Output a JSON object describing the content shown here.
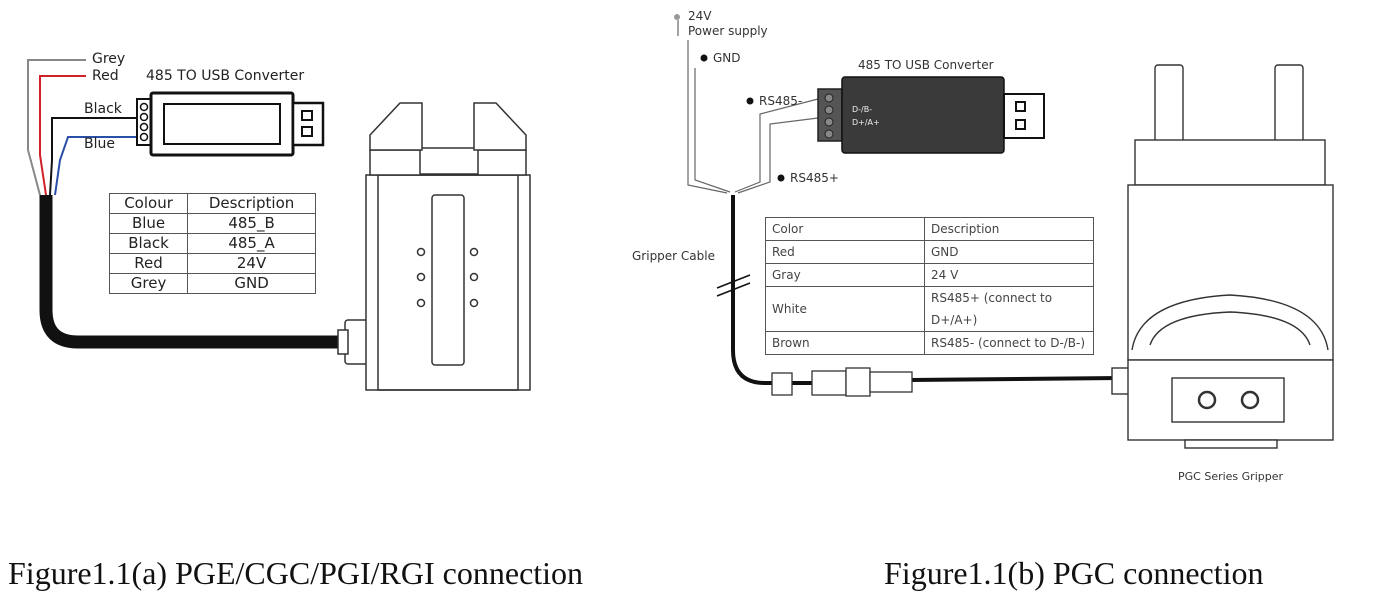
{
  "figure_a": {
    "wire_labels": [
      "Grey",
      "Red",
      "Black",
      "Blue"
    ],
    "converter_label": "485 TO USB Converter",
    "table": {
      "header": [
        "Colour",
        "Description"
      ],
      "rows": [
        [
          "Blue",
          "485_B"
        ],
        [
          "Black",
          "485_A"
        ],
        [
          "Red",
          "24V"
        ],
        [
          "Grey",
          "GND"
        ]
      ]
    },
    "caption": "Figure1.1(a) PGE/CGC/PGI/RGI connection"
  },
  "figure_b": {
    "power_label_line1": "24V",
    "power_label_line2": "Power supply",
    "gnd_label": "GND",
    "converter_label": "485 TO USB Converter",
    "rs485_minus": "RS485-",
    "rs485_plus": "RS485+",
    "converter_pin1": "D-/B-",
    "converter_pin2": "D+/A+",
    "cable_label": "Gripper Cable",
    "gripper_label": "PGC Series Gripper",
    "table": {
      "header": [
        "Color",
        "Description"
      ],
      "rows": [
        [
          "Red",
          "GND"
        ],
        [
          "Gray",
          "24 V"
        ],
        [
          "White",
          "RS485+ (connect to D+/A+)"
        ],
        [
          "Brown",
          "RS485- (connect to D-/B-)"
        ]
      ]
    },
    "caption": "Figure1.1(b) PGC connection"
  },
  "colors": {
    "grey_wire": "#888888",
    "red_wire": "#d0202a",
    "black_wire": "#111111",
    "blue_wire": "#2a4fa8",
    "converter_b": "#3a3a3a"
  }
}
